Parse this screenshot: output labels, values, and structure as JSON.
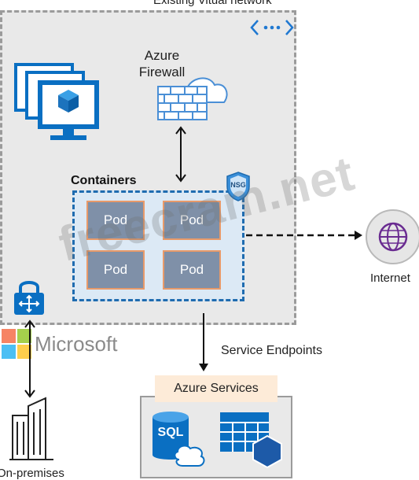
{
  "vnet": {
    "title": "Existing Vitual network"
  },
  "firewall": {
    "label": "Azure Firewall"
  },
  "containers": {
    "label": "Containers",
    "nsg_label": "NSG",
    "pods": [
      "Pod",
      "Pod",
      "Pod",
      "Pod"
    ]
  },
  "internet": {
    "label": "Internet"
  },
  "service_endpoints": {
    "label": "Service Endpoints"
  },
  "azure_services": {
    "header": "Azure Services",
    "sql_label": "SQL"
  },
  "onprem": {
    "label": "On-premises"
  },
  "microsoft_logo": {
    "text": "Microsoft",
    "colors": [
      "#f25022",
      "#7fba00",
      "#00a4ef",
      "#ffb900"
    ]
  },
  "watermark": {
    "text": "freecram.net"
  },
  "colors": {
    "azure_blue": "#0a6fc2",
    "pod_fill": "#7f90a8",
    "pod_border": "#e89a6a",
    "internet_purple": "#6a2c91"
  }
}
